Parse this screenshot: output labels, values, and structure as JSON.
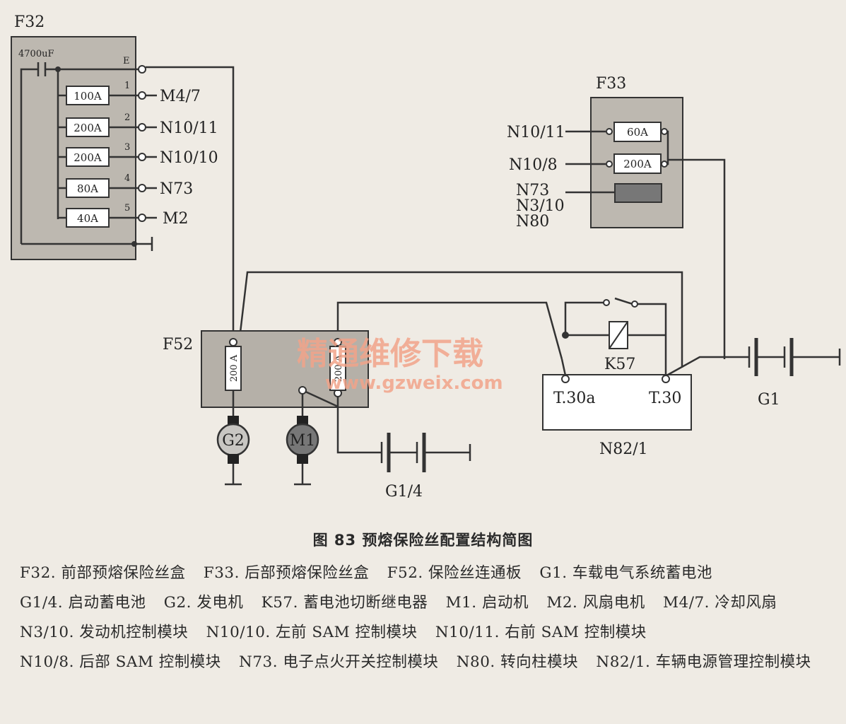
{
  "diagram": {
    "f32": {
      "title": "F32",
      "capacitor": "4700uF",
      "terminal_e": "E",
      "fuses": [
        {
          "num": "1",
          "rating": "100A",
          "target": "M4/7"
        },
        {
          "num": "2",
          "rating": "200A",
          "target": "N10/11"
        },
        {
          "num": "3",
          "rating": "200A",
          "target": "N10/10"
        },
        {
          "num": "4",
          "rating": "80A",
          "target": "N73"
        },
        {
          "num": "5",
          "rating": "40A",
          "target": "M2"
        }
      ]
    },
    "f33": {
      "title": "F33",
      "fuses": [
        {
          "rating": "60A",
          "source": "N10/11"
        },
        {
          "rating": "200A",
          "source": "N10/8"
        }
      ],
      "multi_labels": [
        "N73",
        "N3/10",
        "N80"
      ]
    },
    "f52": {
      "title": "F52",
      "fuse_left": "200 A",
      "fuse_right": "200 A"
    },
    "g2": "G2",
    "m1": "M1",
    "g1_4": "G1/4",
    "k57": "K57",
    "n82": {
      "title": "N82/1",
      "t30a": "T.30a",
      "t30": "T.30"
    },
    "g1": "G1",
    "watermark": {
      "cn": "精通维修下载",
      "url": "www.gzweix.com"
    }
  },
  "caption": {
    "title": "图 83    预熔保险丝配置结构简图",
    "legend": [
      "F32. 前部预熔保险丝盒",
      "F33. 后部预熔保险丝盒",
      "F52. 保险丝连通板",
      "G1. 车载电气系统蓄电池",
      "G1/4. 启动蓄电池",
      "G2. 发电机",
      "K57. 蓄电池切断继电器",
      "M1. 启动机",
      "M2. 风扇电机",
      "M4/7. 冷却风扇",
      "N3/10. 发动机控制模块",
      "N10/10. 左前 SAM 控制模块",
      "N10/11. 右前 SAM 控制模块",
      "N10/8. 后部 SAM 控制模块",
      "N73. 电子点火开关控制模块",
      "N80. 转向柱模块",
      "N82/1. 车辆电源管理控制模块"
    ]
  }
}
